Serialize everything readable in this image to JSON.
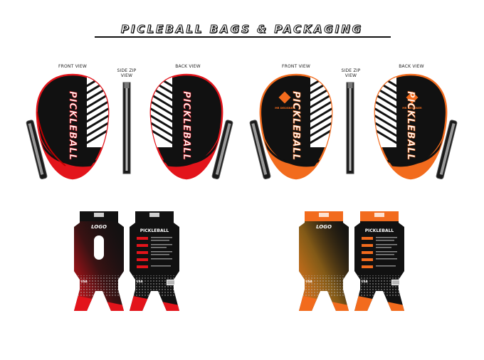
{
  "title": "PICLEBALL BAGS & PACKAGING",
  "labels": {
    "front_view": "FRONT VIEW",
    "side_zip_line1": "SIDE ZIP",
    "side_zip_line2": "VIEW",
    "back_view": "BACK VIEW"
  },
  "bag_text": "PICKLEBALL",
  "logo_text": "MR DESIGNER",
  "pack_logo": "LOGO",
  "pack_title": "PICKLEBALL",
  "pack_badge": "USA",
  "colors": {
    "red": "#e3141b",
    "orange": "#f26b1d",
    "dark": "#111111",
    "white": "#ffffff"
  }
}
